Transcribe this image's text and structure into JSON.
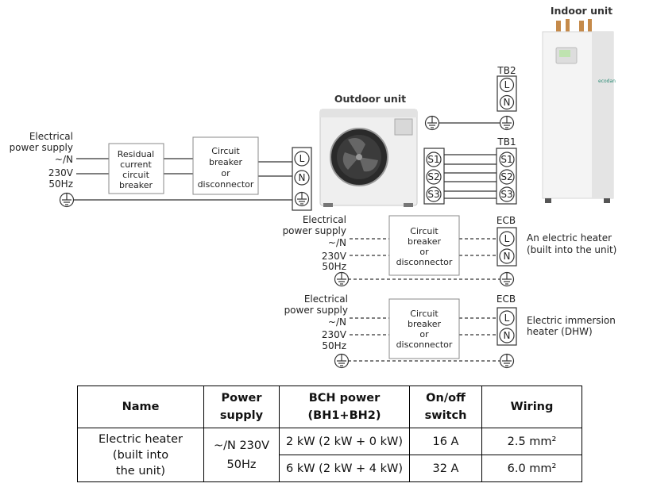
{
  "labels": {
    "indoor_unit": "Indoor unit",
    "outdoor_unit": "Outdoor unit",
    "brand": "ecodan",
    "main_supply": [
      "Electrical",
      "power supply",
      "~/N",
      "230V",
      "50Hz"
    ],
    "rcd": [
      "Residual",
      "current",
      "circuit",
      "breaker"
    ],
    "circuit_breaker": [
      "Circuit",
      "breaker",
      "or",
      "disconnector"
    ],
    "supply2": [
      "Electrical",
      "power supply",
      "~/N",
      "230V",
      "50Hz"
    ],
    "supply3": [
      "Electrical",
      "power supply",
      "~/N",
      "230V",
      "50Hz"
    ],
    "tb2": "TB2",
    "tb1": "TB1",
    "ecb": "ECB",
    "ecb2": "ECB",
    "terminal_L": "L",
    "terminal_N": "N",
    "terminal_S1": "S1",
    "terminal_S2": "S2",
    "terminal_S3": "S3",
    "electric_heater_desc": [
      "An electric heater",
      "(built into the unit)"
    ],
    "immersion_heater_desc": [
      "Electric immersion",
      "heater (DHW)"
    ]
  },
  "table": {
    "headers": {
      "name": "Name",
      "power_supply": [
        "Power",
        "supply"
      ],
      "bch_power": [
        "BCH power",
        "(BH1+BH2)"
      ],
      "on_off_switch": [
        "On/off",
        "switch"
      ],
      "wiring": "Wiring"
    },
    "row": {
      "name": [
        "Electric heater",
        "(built into",
        "the unit)"
      ],
      "power_supply": [
        "~/N 230V",
        "50Hz"
      ],
      "options": [
        {
          "bch_power": "2 kW (2 kW + 0 kW)",
          "switch": "16 A",
          "wiring": "2.5 mm²"
        },
        {
          "bch_power": "6 kW (2 kW + 4 kW)",
          "switch": "32 A",
          "wiring": "6.0 mm²"
        }
      ]
    }
  },
  "colors": {
    "line": "#333333",
    "unit_body": "#f2f2f2",
    "indoor_accent": "#3aa08a"
  }
}
